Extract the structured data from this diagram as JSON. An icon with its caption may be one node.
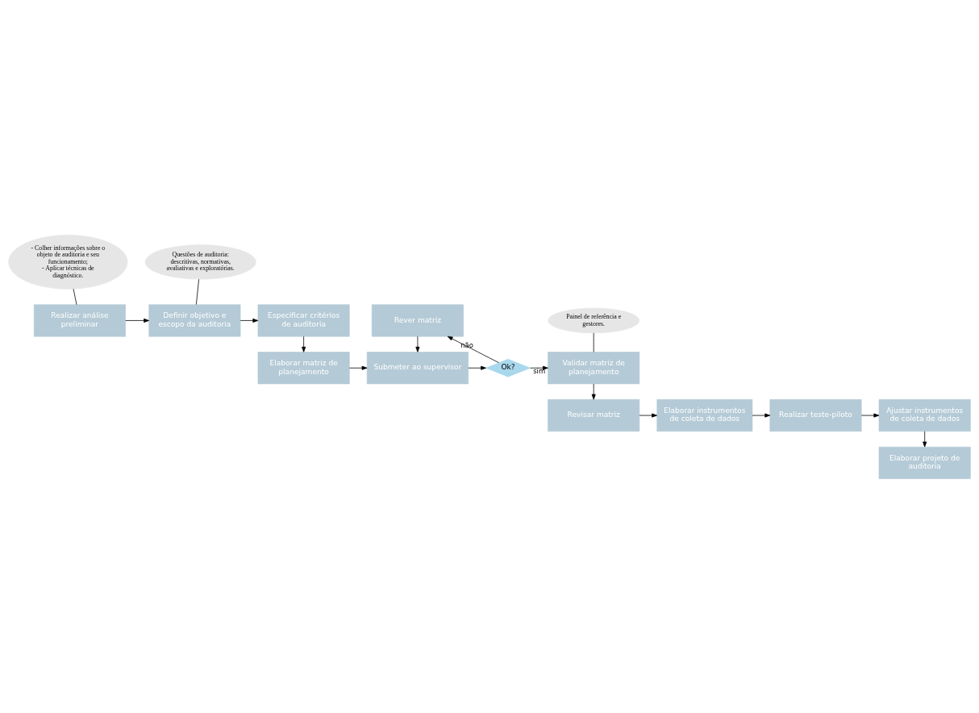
{
  "diagram": {
    "nodes": [
      {
        "text": [
          "- Colher informações sobre o objeto de auditoria e seu funcionamento;",
          "- Aplicar técnicas de diagnóstico."
        ]
      },
      {
        "text": [
          "Questões de auditoria: descritivas, normativas, avaliativas e exploratórias."
        ]
      },
      {
        "text": [
          "Realizar análise preliminar"
        ]
      },
      {
        "text": [
          "Definir objetivo e escopo da auditoria"
        ]
      },
      {
        "text": [
          "Especificar critérios de auditoria"
        ]
      },
      {
        "text": [
          "Rever matriz"
        ]
      },
      {
        "text": [
          "Painel de referência e gestores."
        ]
      },
      {
        "text": [
          "Elaborar matriz de planejamento"
        ]
      },
      {
        "text": [
          "Submeter ao supervisor"
        ]
      },
      {
        "text": [
          "Ok?"
        ]
      },
      {
        "text": [
          "Validar matriz de planejamento"
        ]
      },
      {
        "text": [
          "Revisar matriz"
        ]
      },
      {
        "text": [
          "Elaborar instrumentos de coleta de dados"
        ]
      },
      {
        "text": [
          "Realizar teste-piloto"
        ]
      },
      {
        "text": [
          "Ajustar instrumentos de coleta de dados"
        ]
      },
      {
        "text": [
          "Elaborar projeto de auditoria"
        ]
      }
    ],
    "edges": [
      {
        "from": 0,
        "to": 2,
        "arrow": "none"
      },
      {
        "from": 1,
        "to": 3,
        "arrow": "none"
      },
      {
        "from": 2,
        "to": 3,
        "arrow": "to"
      },
      {
        "from": 3,
        "to": 4,
        "arrow": "to"
      },
      {
        "from": 4,
        "to": 7,
        "arrow": "to"
      },
      {
        "from": 5,
        "to": 8,
        "arrow": "to"
      },
      {
        "from": 7,
        "to": 8,
        "arrow": "to"
      },
      {
        "from": 8,
        "to": 9,
        "arrow": "to"
      },
      {
        "from": 9,
        "to": 5,
        "arrow": "to",
        "label": "não"
      },
      {
        "from": 9,
        "to": 10,
        "arrow": "to",
        "label": "sim"
      },
      {
        "from": 6,
        "to": 10,
        "arrow": "none"
      },
      {
        "from": 10,
        "to": 11,
        "arrow": "to"
      },
      {
        "from": 11,
        "to": 12,
        "arrow": "to"
      },
      {
        "from": 12,
        "to": 13,
        "arrow": "to"
      },
      {
        "from": 13,
        "to": 14,
        "arrow": "to"
      },
      {
        "from": 14,
        "to": 15,
        "arrow": "to"
      }
    ]
  }
}
